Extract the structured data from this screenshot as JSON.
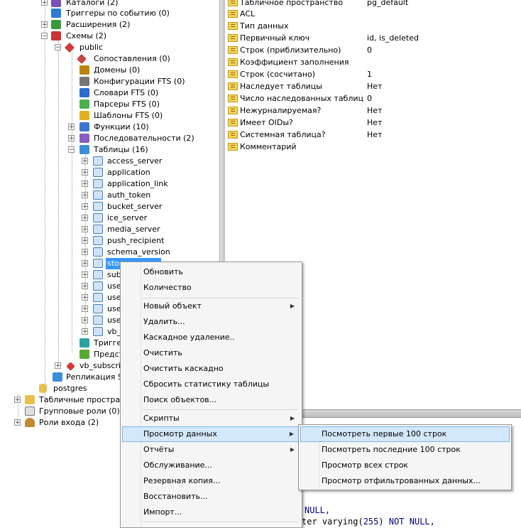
{
  "tree": {
    "nodes": [
      {
        "label": "Каталоги (2)",
        "icon": "catalogs-icon",
        "color": "#7b4fb8"
      },
      {
        "label": "Триггеры по событию (0)",
        "icon": "event-trigger-icon",
        "color": "#2b7bd6"
      },
      {
        "label": "Расширения (2)",
        "icon": "extensions-icon",
        "color": "#3a9a3a"
      },
      {
        "label": "Схемы (2)",
        "icon": "schemas-icon",
        "color": "#cc3333"
      },
      {
        "label": "public",
        "icon": "schema-icon",
        "color": "#d23b3b"
      },
      {
        "label": "Сопоставления (0)",
        "icon": "collations-icon",
        "color": "#cc4444"
      },
      {
        "label": "Домены (0)",
        "icon": "domains-icon",
        "color": "#b8860b"
      },
      {
        "label": "Конфигурации FTS (0)",
        "icon": "fts-config-icon",
        "color": "#777777"
      },
      {
        "label": "Словари FTS (0)",
        "icon": "fts-dict-icon",
        "color": "#2a6fd0"
      },
      {
        "label": "Парсеры FTS (0)",
        "icon": "fts-parser-icon",
        "color": "#4caf50"
      },
      {
        "label": "Шаблоны FTS (0)",
        "icon": "fts-template-icon",
        "color": "#e0b020"
      },
      {
        "label": "Функции (10)",
        "icon": "functions-icon",
        "color": "#3a78d0"
      },
      {
        "label": "Последовательности (2)",
        "icon": "sequences-icon",
        "color": "#8a5cc0"
      },
      {
        "label": "Таблицы (16)",
        "icon": "tables-icon",
        "color": "#3b8fd8"
      },
      {
        "label": "access_server",
        "icon": "table-icon"
      },
      {
        "label": "application",
        "icon": "table-icon"
      },
      {
        "label": "application_link",
        "icon": "table-icon"
      },
      {
        "label": "auth_token",
        "icon": "table-icon"
      },
      {
        "label": "bucket_server",
        "icon": "table-icon"
      },
      {
        "label": "ice_server",
        "icon": "table-icon"
      },
      {
        "label": "media_server",
        "icon": "table-icon"
      },
      {
        "label": "push_recipient",
        "icon": "table-icon"
      },
      {
        "label": "schema_version",
        "icon": "table-icon"
      },
      {
        "label": "stor",
        "icon": "table-icon"
      },
      {
        "label": "subs",
        "icon": "table-icon"
      },
      {
        "label": "use",
        "icon": "table-icon"
      },
      {
        "label": "use",
        "icon": "table-icon"
      },
      {
        "label": "use",
        "icon": "table-icon"
      },
      {
        "label": "use",
        "icon": "table-icon"
      },
      {
        "label": "vb_",
        "icon": "table-icon"
      },
      {
        "label": "Тригге",
        "icon": "trigger-functions-icon",
        "color": "#2aa3a3"
      },
      {
        "label": "Предст",
        "icon": "views-icon",
        "color": "#55aa33"
      },
      {
        "label": "vb_subscrib",
        "icon": "schema-icon",
        "color": "#d23b3b"
      },
      {
        "label": "Репликация Slo",
        "icon": "replication-icon",
        "color": "#3b8fd8"
      },
      {
        "label": "postgres",
        "icon": "database-icon",
        "color": "#e8c050"
      },
      {
        "label": "Табличные пространст",
        "icon": "tablespaces-icon",
        "color": "#e8c050"
      },
      {
        "label": "Групповые роли (0)",
        "icon": "group-roles-icon",
        "color": "#777777"
      },
      {
        "label": "Роли входа (2)",
        "icon": "login-roles-icon",
        "color": "#c08a30"
      }
    ]
  },
  "properties": [
    {
      "name": "Табличное пространство",
      "value": "pg_default"
    },
    {
      "name": "ACL",
      "value": ""
    },
    {
      "name": "Тип данных",
      "value": ""
    },
    {
      "name": "Первичный ключ",
      "value": "id, is_deleted"
    },
    {
      "name": "Строк (приблизительно)",
      "value": "0"
    },
    {
      "name": "Коэффициент заполнения",
      "value": ""
    },
    {
      "name": "Строк (сосчитано)",
      "value": "1"
    },
    {
      "name": "Наследует таблицы",
      "value": "Нет"
    },
    {
      "name": "Число наследованных таблиц",
      "value": "0"
    },
    {
      "name": "Нежурналируемая?",
      "value": "Нет"
    },
    {
      "name": "Имеет OIDы?",
      "value": "Нет"
    },
    {
      "name": "Системная таблица?",
      "value": "Нет"
    }
  ],
  "properties_last": {
    "name": "Комментарий"
  },
  "sql": {
    "l1_kw": "NULL,",
    "l2_a": "ter varying(",
    "l2_num": "255",
    "l2_b": ") ",
    "l2_kw": "NOT NULL,"
  },
  "context_menu": {
    "refresh": "Обновить",
    "count": "Количество",
    "new_object": "Новый объект",
    "delete": "Удалить...",
    "cascade_delete": "Каскадное удаление..",
    "truncate": "Очистить",
    "truncate_cascade": "Очистить каскадно",
    "reset_stats": "Сбросить статистику таблицы",
    "search": "Поиск объектов...",
    "scripts": "Скрипты",
    "view_data": "Просмотр данных",
    "reports": "Отчёты",
    "maintenance": "Обслуживание...",
    "backup": "Резервная копия...",
    "restore": "Восстановить...",
    "import": "Импорт..."
  },
  "submenu": {
    "first_100": "Посмотреть первые 100 строк",
    "last_100": "Посмотреть последние 100 строк",
    "all_rows": "Просмотр всех строк",
    "filtered": "Просмотр отфильтрованных данных..."
  }
}
